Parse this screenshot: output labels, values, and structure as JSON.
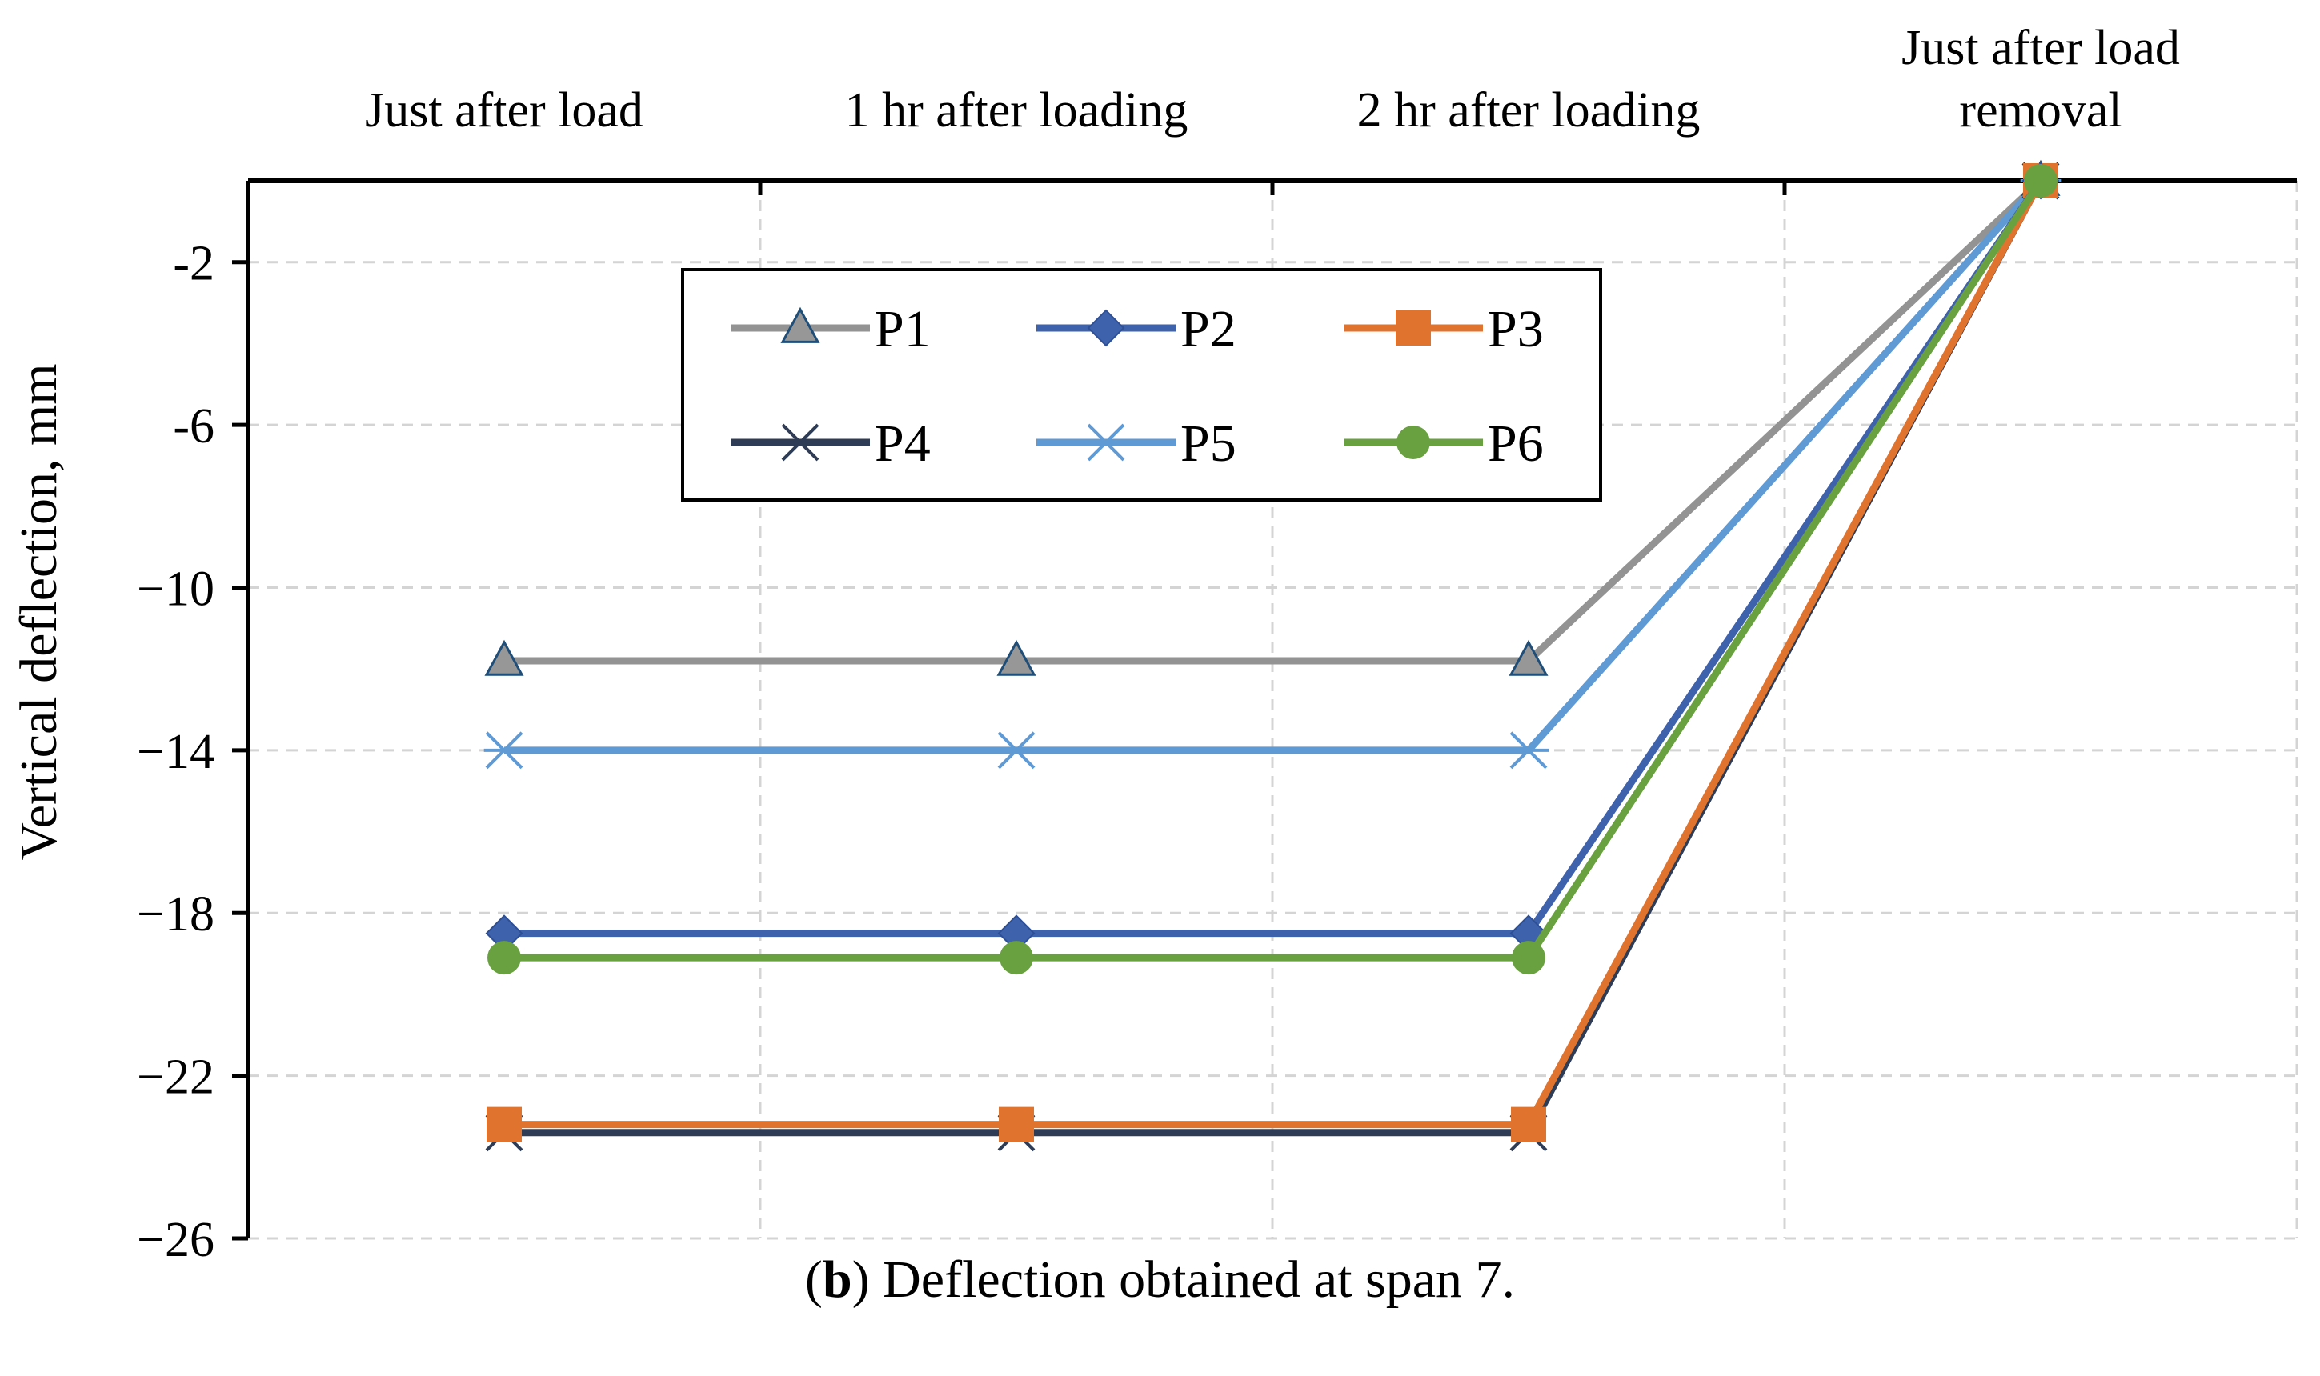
{
  "chart_data": {
    "type": "line",
    "categories": [
      "Just after load",
      "1 hr after loading",
      "2 hr after loading",
      "Just after load removal"
    ],
    "ylabel": "Vertical deflection, mm",
    "xlabel": "",
    "ylim": [
      -26,
      0
    ],
    "yticks": [
      -2,
      -6,
      -10,
      -14,
      -18,
      -22,
      -26
    ],
    "ytick_labels": [
      "-2",
      "-6",
      "−10",
      "−14",
      "−18",
      "−22",
      "−26"
    ],
    "grid": true,
    "x_axis_position": "top",
    "legend_position": "top-center",
    "series": [
      {
        "name": "P1",
        "values": [
          -11.8,
          -11.8,
          -11.8,
          0
        ],
        "color": "#939393",
        "marker": "triangle"
      },
      {
        "name": "P2",
        "values": [
          -18.5,
          -18.5,
          -18.5,
          0
        ],
        "color": "#3f62ad",
        "marker": "diamond"
      },
      {
        "name": "P3",
        "values": [
          -23.2,
          -23.2,
          -23.2,
          0
        ],
        "color": "#e0742f",
        "marker": "square"
      },
      {
        "name": "P4",
        "values": [
          -23.4,
          -23.4,
          -23.4,
          0
        ],
        "color": "#2f3c55",
        "marker": "x"
      },
      {
        "name": "P5",
        "values": [
          -14.0,
          -14.0,
          -14.0,
          0
        ],
        "color": "#5f9ad4",
        "marker": "asterisk"
      },
      {
        "name": "P6",
        "values": [
          -19.1,
          -19.1,
          -19.1,
          0
        ],
        "color": "#6aa140",
        "marker": "circle"
      }
    ]
  },
  "caption": {
    "letter": "b",
    "text": ") Deflection obtained at span 7.",
    "open": "("
  }
}
